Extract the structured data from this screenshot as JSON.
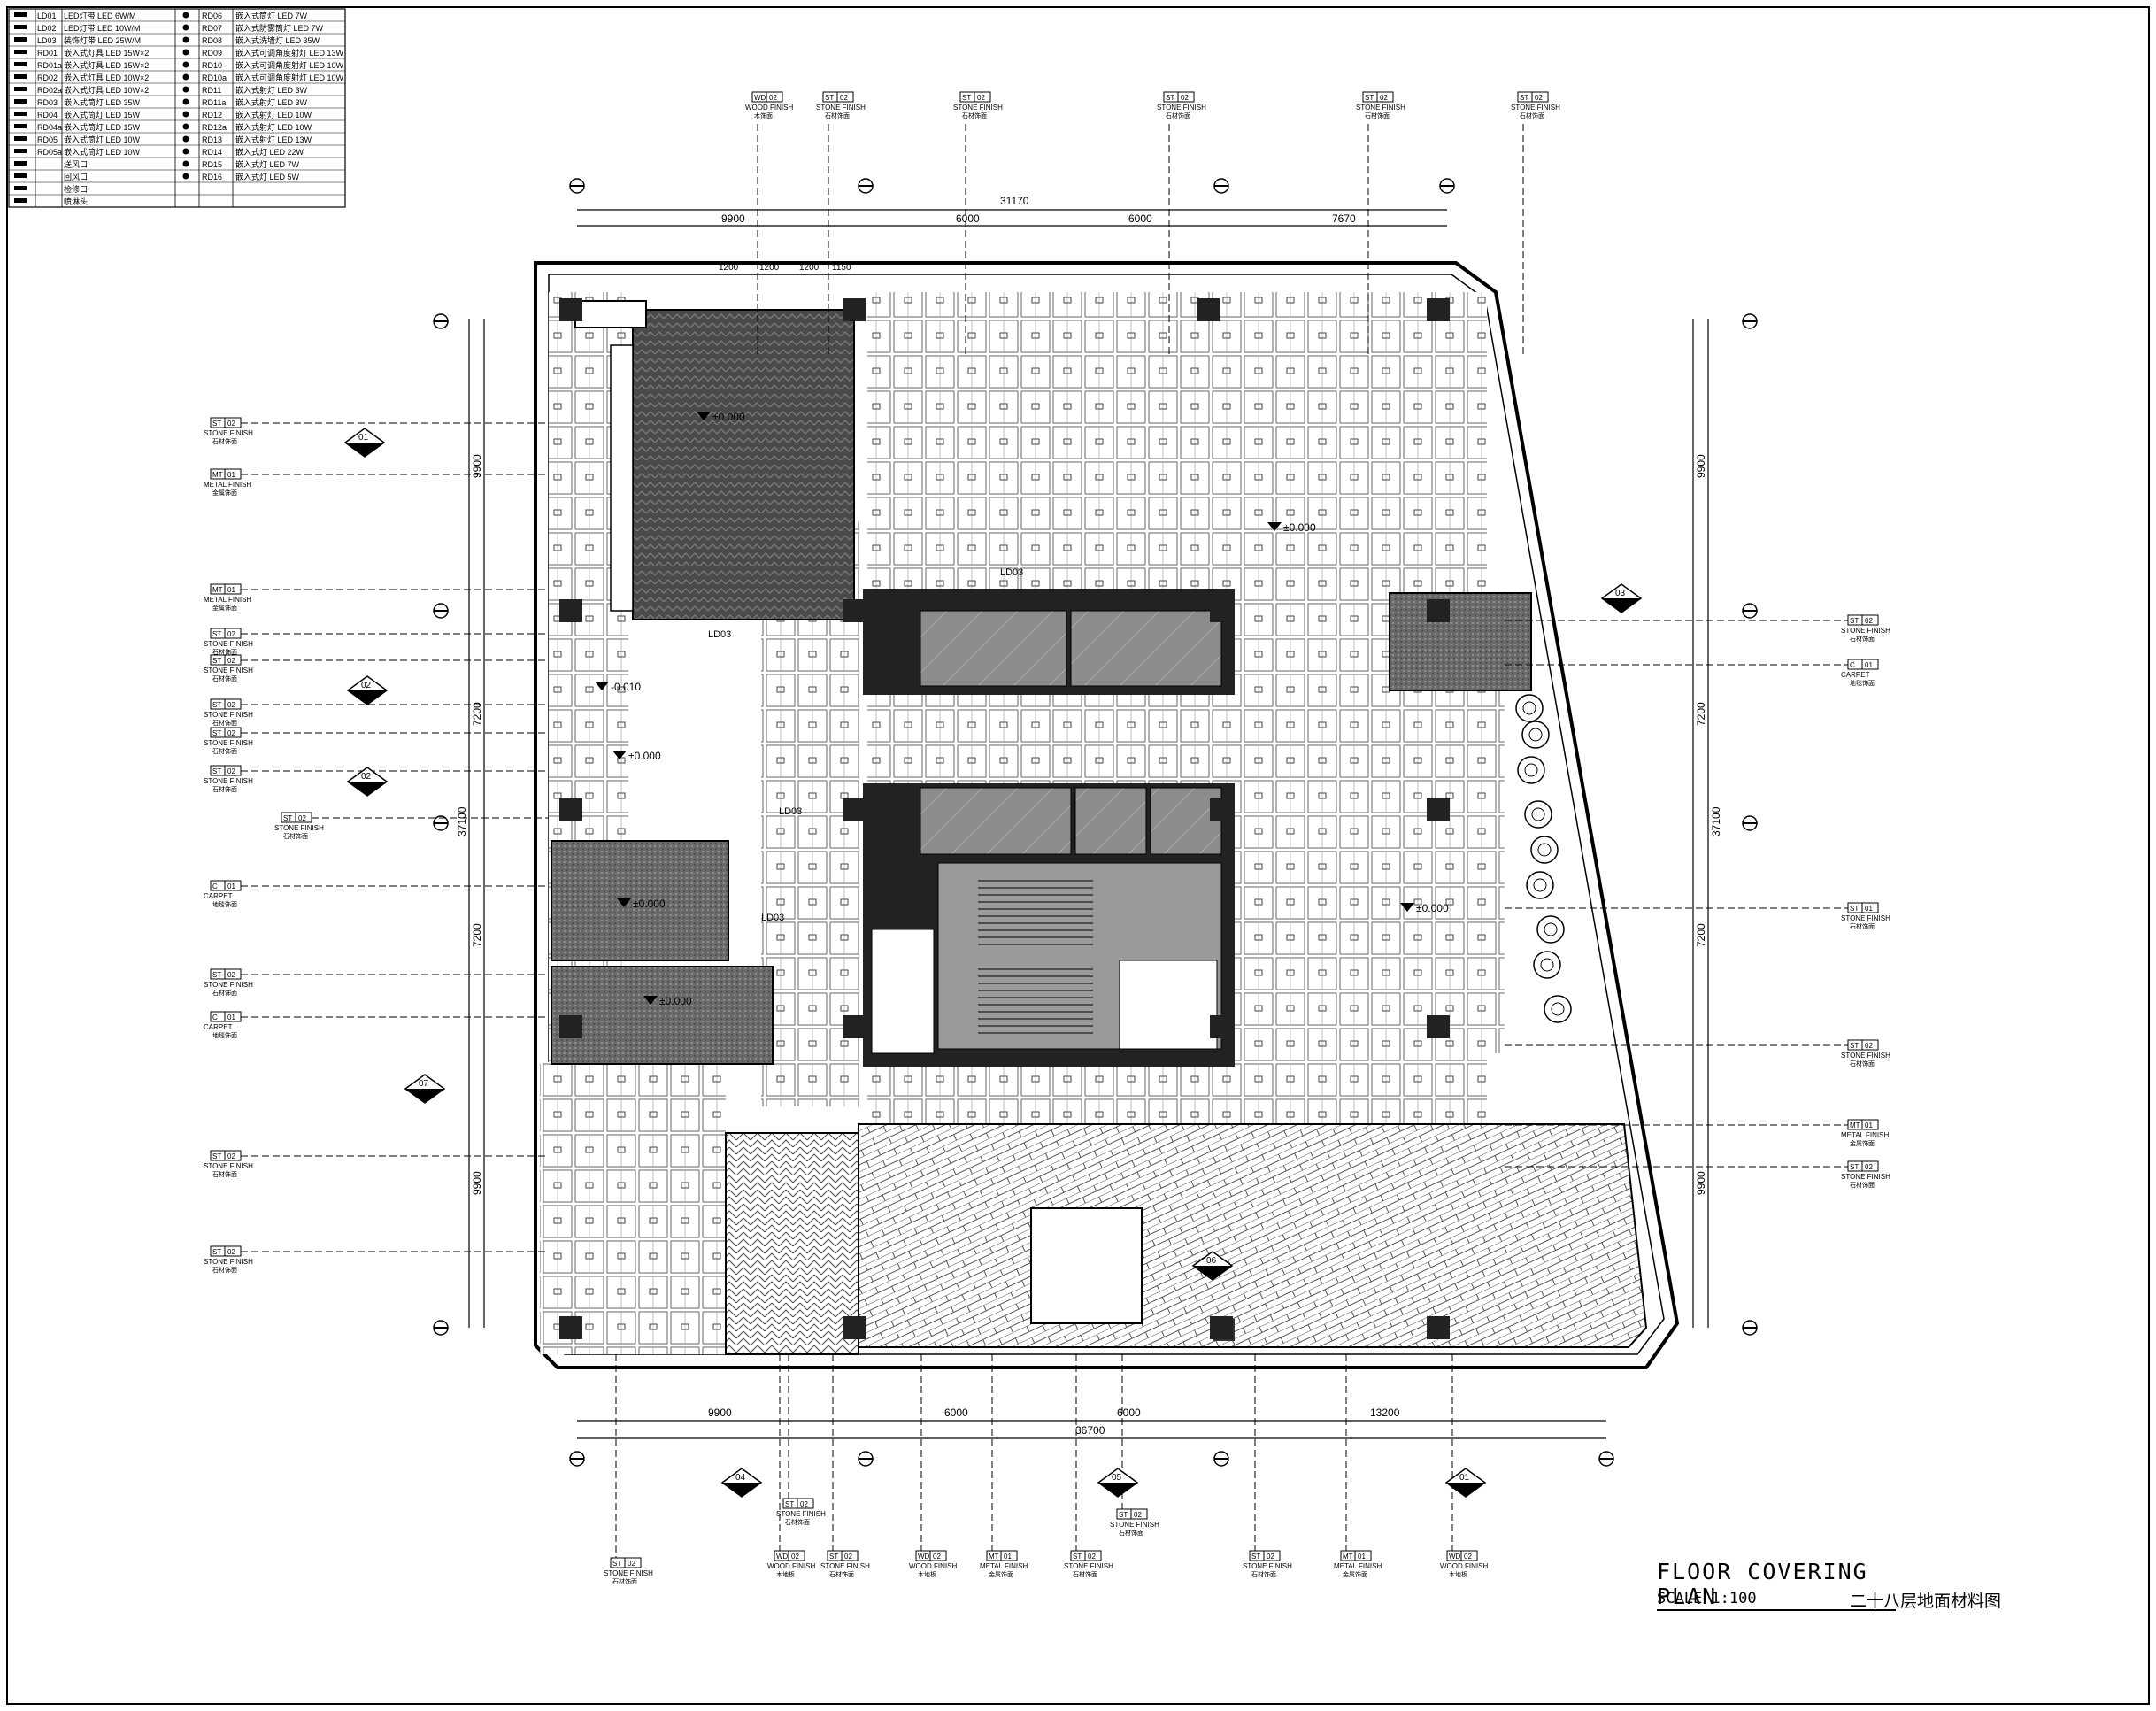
{
  "drawing": {
    "title": "FLOOR COVERING PLAN",
    "scale": "SCALE 1:100",
    "title_cn": "二十八层地面材料图"
  },
  "legend": {
    "left": [
      {
        "code": "LD01",
        "desc": "LED灯带 LED 6W/M"
      },
      {
        "code": "LD02",
        "desc": "LED灯带 LED 10W/M"
      },
      {
        "code": "LD03",
        "desc": "装饰灯带 LED 25W/M"
      },
      {
        "code": "RD01",
        "desc": "嵌入式灯具 LED 15W×2"
      },
      {
        "code": "RD01a",
        "desc": "嵌入式灯具 LED 15W×2"
      },
      {
        "code": "RD02",
        "desc": "嵌入式灯具 LED 10W×2"
      },
      {
        "code": "RD02a",
        "desc": "嵌入式灯具 LED 10W×2"
      },
      {
        "code": "RD03",
        "desc": "嵌入式筒灯 LED 35W"
      },
      {
        "code": "RD04",
        "desc": "嵌入式筒灯 LED 15W"
      },
      {
        "code": "RD04a",
        "desc": "嵌入式筒灯 LED 15W"
      },
      {
        "code": "RD05",
        "desc": "嵌入式筒灯 LED 10W"
      },
      {
        "code": "RD05a",
        "desc": "嵌入式筒灯 LED 10W"
      },
      {
        "code": "",
        "desc": "送风口"
      },
      {
        "code": "",
        "desc": "回风口"
      },
      {
        "code": "",
        "desc": "检修口"
      },
      {
        "code": "",
        "desc": "喷淋头"
      }
    ],
    "right": [
      {
        "code": "RD06",
        "desc": "嵌入式筒灯 LED 7W"
      },
      {
        "code": "RD07",
        "desc": "嵌入式防雾筒灯 LED 7W"
      },
      {
        "code": "RD08",
        "desc": "嵌入式洗墙灯 LED 35W"
      },
      {
        "code": "RD09",
        "desc": "嵌入式可调角度射灯 LED 13W"
      },
      {
        "code": "RD10",
        "desc": "嵌入式可调角度射灯 LED 10W"
      },
      {
        "code": "RD10a",
        "desc": "嵌入式可调角度射灯 LED 10W"
      },
      {
        "code": "RD11",
        "desc": "嵌入式射灯 LED 3W"
      },
      {
        "code": "RD11a",
        "desc": "嵌入式射灯 LED 3W"
      },
      {
        "code": "RD12",
        "desc": "嵌入式射灯 LED 10W"
      },
      {
        "code": "RD12a",
        "desc": "嵌入式射灯 LED 10W"
      },
      {
        "code": "RD13",
        "desc": "嵌入式射灯 LED 13W"
      },
      {
        "code": "RD14",
        "desc": "嵌入式灯 LED 22W"
      },
      {
        "code": "RD15",
        "desc": "嵌入式灯 LED 7W"
      },
      {
        "code": "RD16",
        "desc": "嵌入式灯 LED 5W"
      }
    ]
  },
  "dimensions": {
    "top_total": "31170",
    "top": [
      "9900",
      "6000",
      "6000",
      "7670"
    ],
    "top_small": [
      "1200",
      "1200",
      "1200",
      "1150"
    ],
    "bottom_total": "36700",
    "bottom": [
      "9900",
      "6000",
      "6000",
      "13200"
    ],
    "left": [
      "9900",
      "7200",
      "7200",
      "9900"
    ],
    "left_total": "37100",
    "right": [
      "9900",
      "7200",
      "7200",
      "9900"
    ],
    "right_total": "37100"
  },
  "levels": [
    "±0.000",
    "-0.010",
    "±0.000",
    "±0.000",
    "±0.000",
    "±0.000",
    "±0.000"
  ],
  "room_labels": [
    "LD03",
    "LD03",
    "LD03",
    "LD03"
  ],
  "section_markers": [
    "01",
    "02",
    "02",
    "07",
    "03",
    "04",
    "05",
    "06",
    "01"
  ],
  "tags_left": [
    {
      "code": "ST",
      "num": "02",
      "en": "STONE FINISH",
      "cn": "石材饰面"
    },
    {
      "code": "MT",
      "num": "01",
      "en": "METAL FINISH",
      "cn": "金属饰面"
    },
    {
      "code": "MT",
      "num": "01",
      "en": "METAL FINISH",
      "cn": "金属饰面"
    },
    {
      "code": "ST",
      "num": "02",
      "en": "STONE FINISH",
      "cn": "石材饰面"
    },
    {
      "code": "ST",
      "num": "02",
      "en": "STONE FINISH",
      "cn": "石材饰面"
    },
    {
      "code": "ST",
      "num": "02",
      "en": "STONE FINISH",
      "cn": "石材饰面"
    },
    {
      "code": "ST",
      "num": "02",
      "en": "STONE FINISH",
      "cn": "石材饰面"
    },
    {
      "code": "ST",
      "num": "02",
      "en": "STONE FINISH",
      "cn": "石材饰面"
    },
    {
      "code": "ST",
      "num": "02",
      "en": "STONE FINISH",
      "cn": "石材饰面"
    },
    {
      "code": "C",
      "num": "01",
      "en": "CARPET",
      "cn": "地毯饰面"
    },
    {
      "code": "ST",
      "num": "02",
      "en": "STONE FINISH",
      "cn": "石材饰面"
    },
    {
      "code": "C",
      "num": "01",
      "en": "CARPET",
      "cn": "地毯饰面"
    },
    {
      "code": "ST",
      "num": "02",
      "en": "STONE FINISH",
      "cn": "石材饰面"
    },
    {
      "code": "ST",
      "num": "02",
      "en": "STONE FINISH",
      "cn": "石材饰面"
    }
  ],
  "tags_right": [
    {
      "code": "ST",
      "num": "02",
      "en": "STONE FINISH",
      "cn": "石材饰面"
    },
    {
      "code": "C",
      "num": "01",
      "en": "CARPET",
      "cn": "地毯饰面"
    },
    {
      "code": "ST",
      "num": "01",
      "en": "STONE FINISH",
      "cn": "石材饰面"
    },
    {
      "code": "ST",
      "num": "02",
      "en": "STONE FINISH",
      "cn": "石材饰面"
    },
    {
      "code": "MT",
      "num": "01",
      "en": "METAL FINISH",
      "cn": "金属饰面"
    },
    {
      "code": "ST",
      "num": "02",
      "en": "STONE FINISH",
      "cn": "石材饰面"
    }
  ],
  "tags_top": [
    {
      "code": "WD",
      "num": "02",
      "en": "WOOD FINISH",
      "cn": "木饰面"
    },
    {
      "code": "ST",
      "num": "02",
      "en": "STONE FINISH",
      "cn": "石材饰面"
    },
    {
      "code": "ST",
      "num": "02",
      "en": "STONE FINISH",
      "cn": "石材饰面"
    },
    {
      "code": "ST",
      "num": "02",
      "en": "STONE FINISH",
      "cn": "石材饰面"
    },
    {
      "code": "ST",
      "num": "02",
      "en": "STONE FINISH",
      "cn": "石材饰面"
    },
    {
      "code": "ST",
      "num": "02",
      "en": "STONE FINISH",
      "cn": "石材饰面"
    }
  ],
  "tags_bottom": [
    {
      "code": "ST",
      "num": "02",
      "en": "STONE FINISH",
      "cn": "石材饰面"
    },
    {
      "code": "ST",
      "num": "02",
      "en": "STONE FINISH",
      "cn": "石材饰面"
    },
    {
      "code": "WD",
      "num": "02",
      "en": "WOOD FINISH",
      "cn": "木地板"
    },
    {
      "code": "ST",
      "num": "02",
      "en": "STONE FINISH",
      "cn": "石材饰面"
    },
    {
      "code": "WD",
      "num": "02",
      "en": "WOOD FINISH",
      "cn": "木地板"
    },
    {
      "code": "MT",
      "num": "01",
      "en": "METAL FINISH",
      "cn": "金属饰面"
    },
    {
      "code": "ST",
      "num": "02",
      "en": "STONE FINISH",
      "cn": "石材饰面"
    },
    {
      "code": "ST",
      "num": "02",
      "en": "STONE FINISH",
      "cn": "石材饰面"
    },
    {
      "code": "ST",
      "num": "02",
      "en": "STONE FINISH",
      "cn": "石材饰面"
    },
    {
      "code": "MT",
      "num": "01",
      "en": "METAL FINISH",
      "cn": "金属饰面"
    },
    {
      "code": "WD",
      "num": "02",
      "en": "WOOD FINISH",
      "cn": "木地板"
    }
  ]
}
